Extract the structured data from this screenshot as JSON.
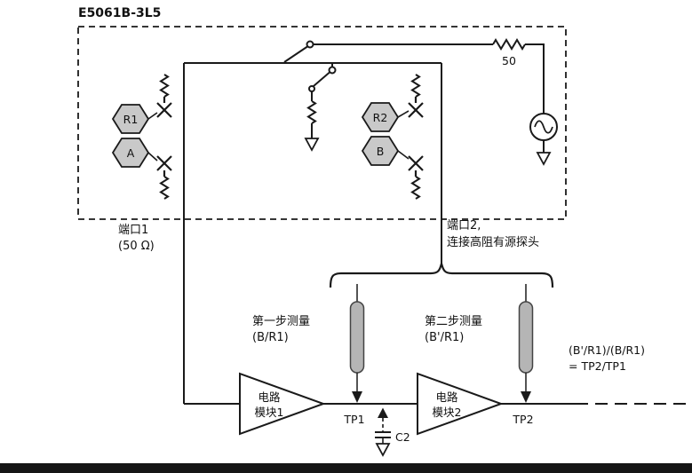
{
  "window": {
    "title": "E5061B-3L5"
  },
  "analyzer": {
    "hex_r1": "R1",
    "hex_a": "A",
    "hex_r2": "R2",
    "hex_b": "B",
    "source_resistor": "50"
  },
  "ports": {
    "port1_line1": "端口1",
    "port1_line2": "(50 Ω)",
    "port2_line1": "端口2,",
    "port2_line2": "连接高阻有源探头"
  },
  "measurement": {
    "step1_line1": "第一步测量",
    "step1_line2": "(B/R1)",
    "step2_line1": "第二步测量",
    "step2_line2": "(B'/R1)",
    "result_line1": "(B'/R1)/(B/R1)",
    "result_line2": "= TP2/TP1"
  },
  "dut": {
    "module1_line1": "电路",
    "module1_line2": "模块1",
    "module2_line1": "电路",
    "module2_line2": "模块2",
    "tp1": "TP1",
    "tp2": "TP2",
    "capacitor": "C2"
  },
  "colors": {
    "hexagon_fill": "#c9c9c9",
    "probe_fill": "#b5b5b5",
    "line": "#1a1a1a",
    "background": "#ffffff"
  }
}
